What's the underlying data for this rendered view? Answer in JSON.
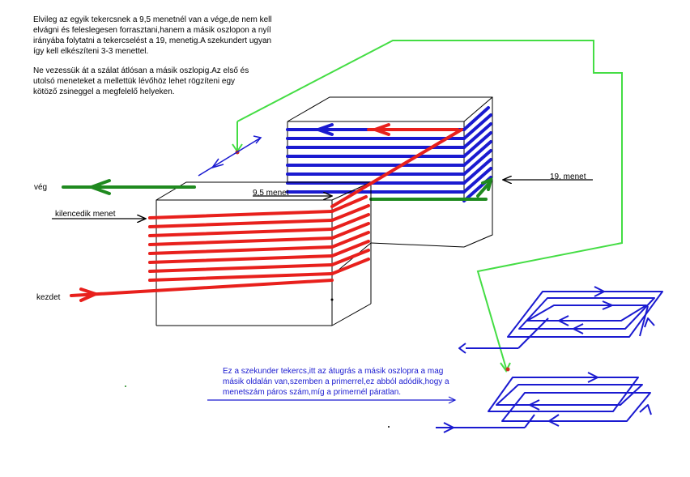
{
  "notes": {
    "top_paragraph": "Elvileg az egyik tekercsnek a 9,5 menetnél van a vége,de nem kell\nelvágni és feleslegesen forrasztani,hanem a másik oszlopon a nyíl\nirányába folytatni a tekercselést a 19, menetig.A szekundert ugyan\nígy kell elkészíteni 3-3 menettel.",
    "second_paragraph": "Ne vezessük át a szálat átlósan a másik oszlopig.Az első és\nutolsó meneteket a mellettük lévőhöz lehet rögzíteni egy\nkötöző zsineggel a megfelelő helyeken.",
    "secondary_paragraph": "Ez a szekunder tekercs,itt az átugrás a másik oszlopra a mag\nmásik oldalán van,szemben a primerrel,ez abból adódik,hogy a\nmenetszám páros szám,míg a primernél páratlan."
  },
  "labels": {
    "end": "vég",
    "ninth_turn": "kilencedik menet",
    "start": "kezdet",
    "turn_9_5": "9,5 menet",
    "turn_19": "19, menet"
  },
  "colors": {
    "primary_winding": "#e8201c",
    "second_winding": "#1a1ad0",
    "lead": "#1f8a1f",
    "jump_path": "#44dd44",
    "outline": "#000000"
  }
}
